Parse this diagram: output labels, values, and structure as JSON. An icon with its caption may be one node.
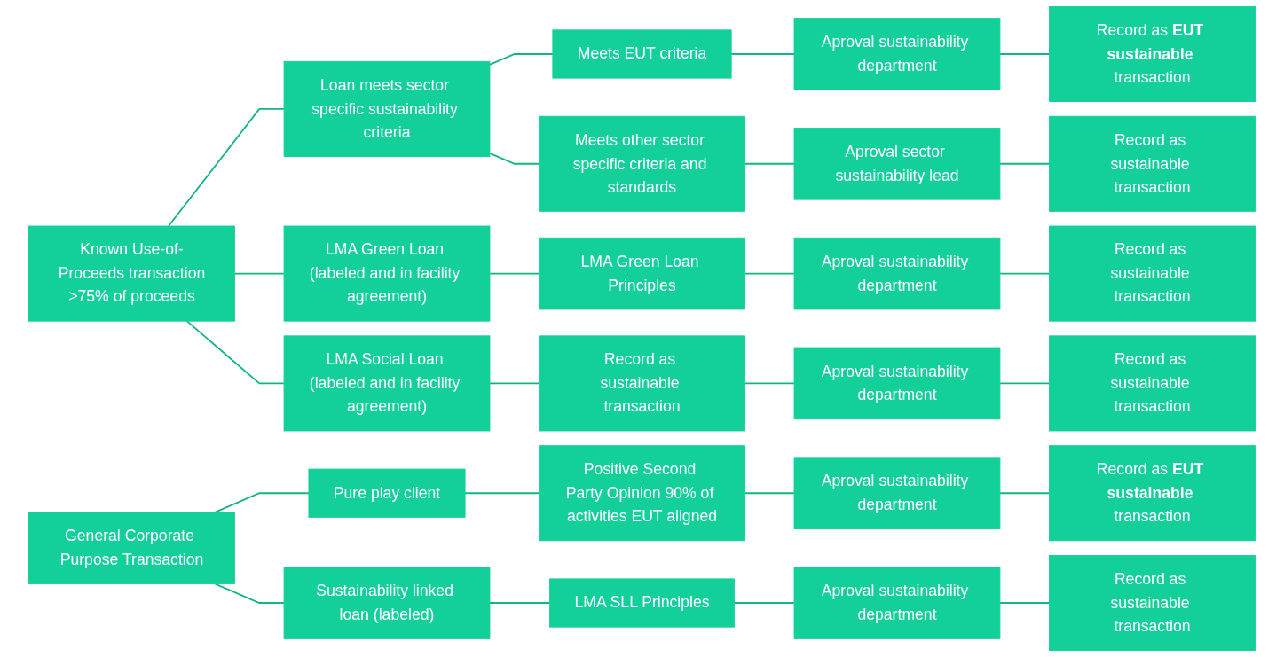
{
  "diagram": {
    "nodes": [
      {
        "text": [
          "Known Use-of-Proceeds transaction",
          ">75% of proceeds"
        ]
      },
      {
        "text": [
          "Loan meets sector specific sustainability criteria"
        ]
      },
      {
        "text": [
          "Meets EUT criteria"
        ]
      },
      {
        "text": [
          "Aproval sustainability department"
        ]
      },
      {
        "text": [
          "Record as **EUT sustainable** transaction"
        ]
      },
      {
        "text": [
          "Meets other sector specific criteria and standards"
        ]
      },
      {
        "text": [
          "Aproval sector sustainability lead"
        ]
      },
      {
        "text": [
          "Record as sustainable transaction"
        ]
      },
      {
        "text": [
          "LMA Green Loan (labeled and in facility agreement)"
        ]
      },
      {
        "text": [
          "LMA Green Loan Principles"
        ]
      },
      {
        "text": [
          "Aproval sustainability department"
        ]
      },
      {
        "text": [
          "Record as sustainable transaction"
        ]
      },
      {
        "text": [
          "LMA Social Loan (labeled and in facility agreement)"
        ]
      },
      {
        "text": [
          "Record as sustainable transaction"
        ]
      },
      {
        "text": [
          "Aproval sustainability department"
        ]
      },
      {
        "text": [
          "Record as sustainable transaction"
        ]
      },
      {
        "text": [
          "General Corporate Purpose Transaction"
        ]
      },
      {
        "text": [
          "Pure play client"
        ]
      },
      {
        "text": [
          "Positive Second Party Opinion 90% of activities EUT aligned"
        ]
      },
      {
        "text": [
          "Aproval sustainability department"
        ]
      },
      {
        "text": [
          "Record as **EUT sustainable** transaction"
        ]
      },
      {
        "text": [
          "Sustainability linked loan (labeled)"
        ]
      },
      {
        "text": [
          "LMA SLL Principles"
        ]
      },
      {
        "text": [
          "Aproval sustainability department"
        ]
      },
      {
        "text": [
          "Record as sustainable transaction"
        ]
      }
    ],
    "edges": [
      {
        "from": 0,
        "to": 1,
        "arrow": "none"
      },
      {
        "from": 1,
        "to": 2,
        "arrow": "none"
      },
      {
        "from": 2,
        "to": 3,
        "arrow": "none"
      },
      {
        "from": 3,
        "to": 4,
        "arrow": "none"
      },
      {
        "from": 1,
        "to": 5,
        "arrow": "none"
      },
      {
        "from": 5,
        "to": 6,
        "arrow": "none"
      },
      {
        "from": 6,
        "to": 7,
        "arrow": "none"
      },
      {
        "from": 0,
        "to": 8,
        "arrow": "none"
      },
      {
        "from": 8,
        "to": 9,
        "arrow": "none"
      },
      {
        "from": 9,
        "to": 10,
        "arrow": "none"
      },
      {
        "from": 10,
        "to": 11,
        "arrow": "none"
      },
      {
        "from": 0,
        "to": 12,
        "arrow": "none"
      },
      {
        "from": 12,
        "to": 13,
        "arrow": "none"
      },
      {
        "from": 13,
        "to": 14,
        "arrow": "none"
      },
      {
        "from": 14,
        "to": 15,
        "arrow": "none"
      },
      {
        "from": 16,
        "to": 17,
        "arrow": "none"
      },
      {
        "from": 17,
        "to": 18,
        "arrow": "none"
      },
      {
        "from": 18,
        "to": 19,
        "arrow": "none"
      },
      {
        "from": 19,
        "to": 20,
        "arrow": "none"
      },
      {
        "from": 16,
        "to": 21,
        "arrow": "none"
      },
      {
        "from": 21,
        "to": 22,
        "arrow": "none"
      },
      {
        "from": 22,
        "to": 23,
        "arrow": "none"
      },
      {
        "from": 23,
        "to": 24,
        "arrow": "none"
      }
    ]
  }
}
